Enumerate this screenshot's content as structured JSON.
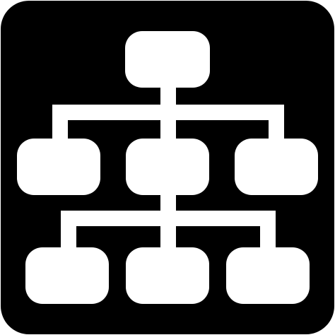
{
  "icon": {
    "name": "org-chart-icon",
    "background_color": "#000000",
    "foreground_color": "#ffffff",
    "levels": [
      1,
      3,
      3
    ]
  }
}
